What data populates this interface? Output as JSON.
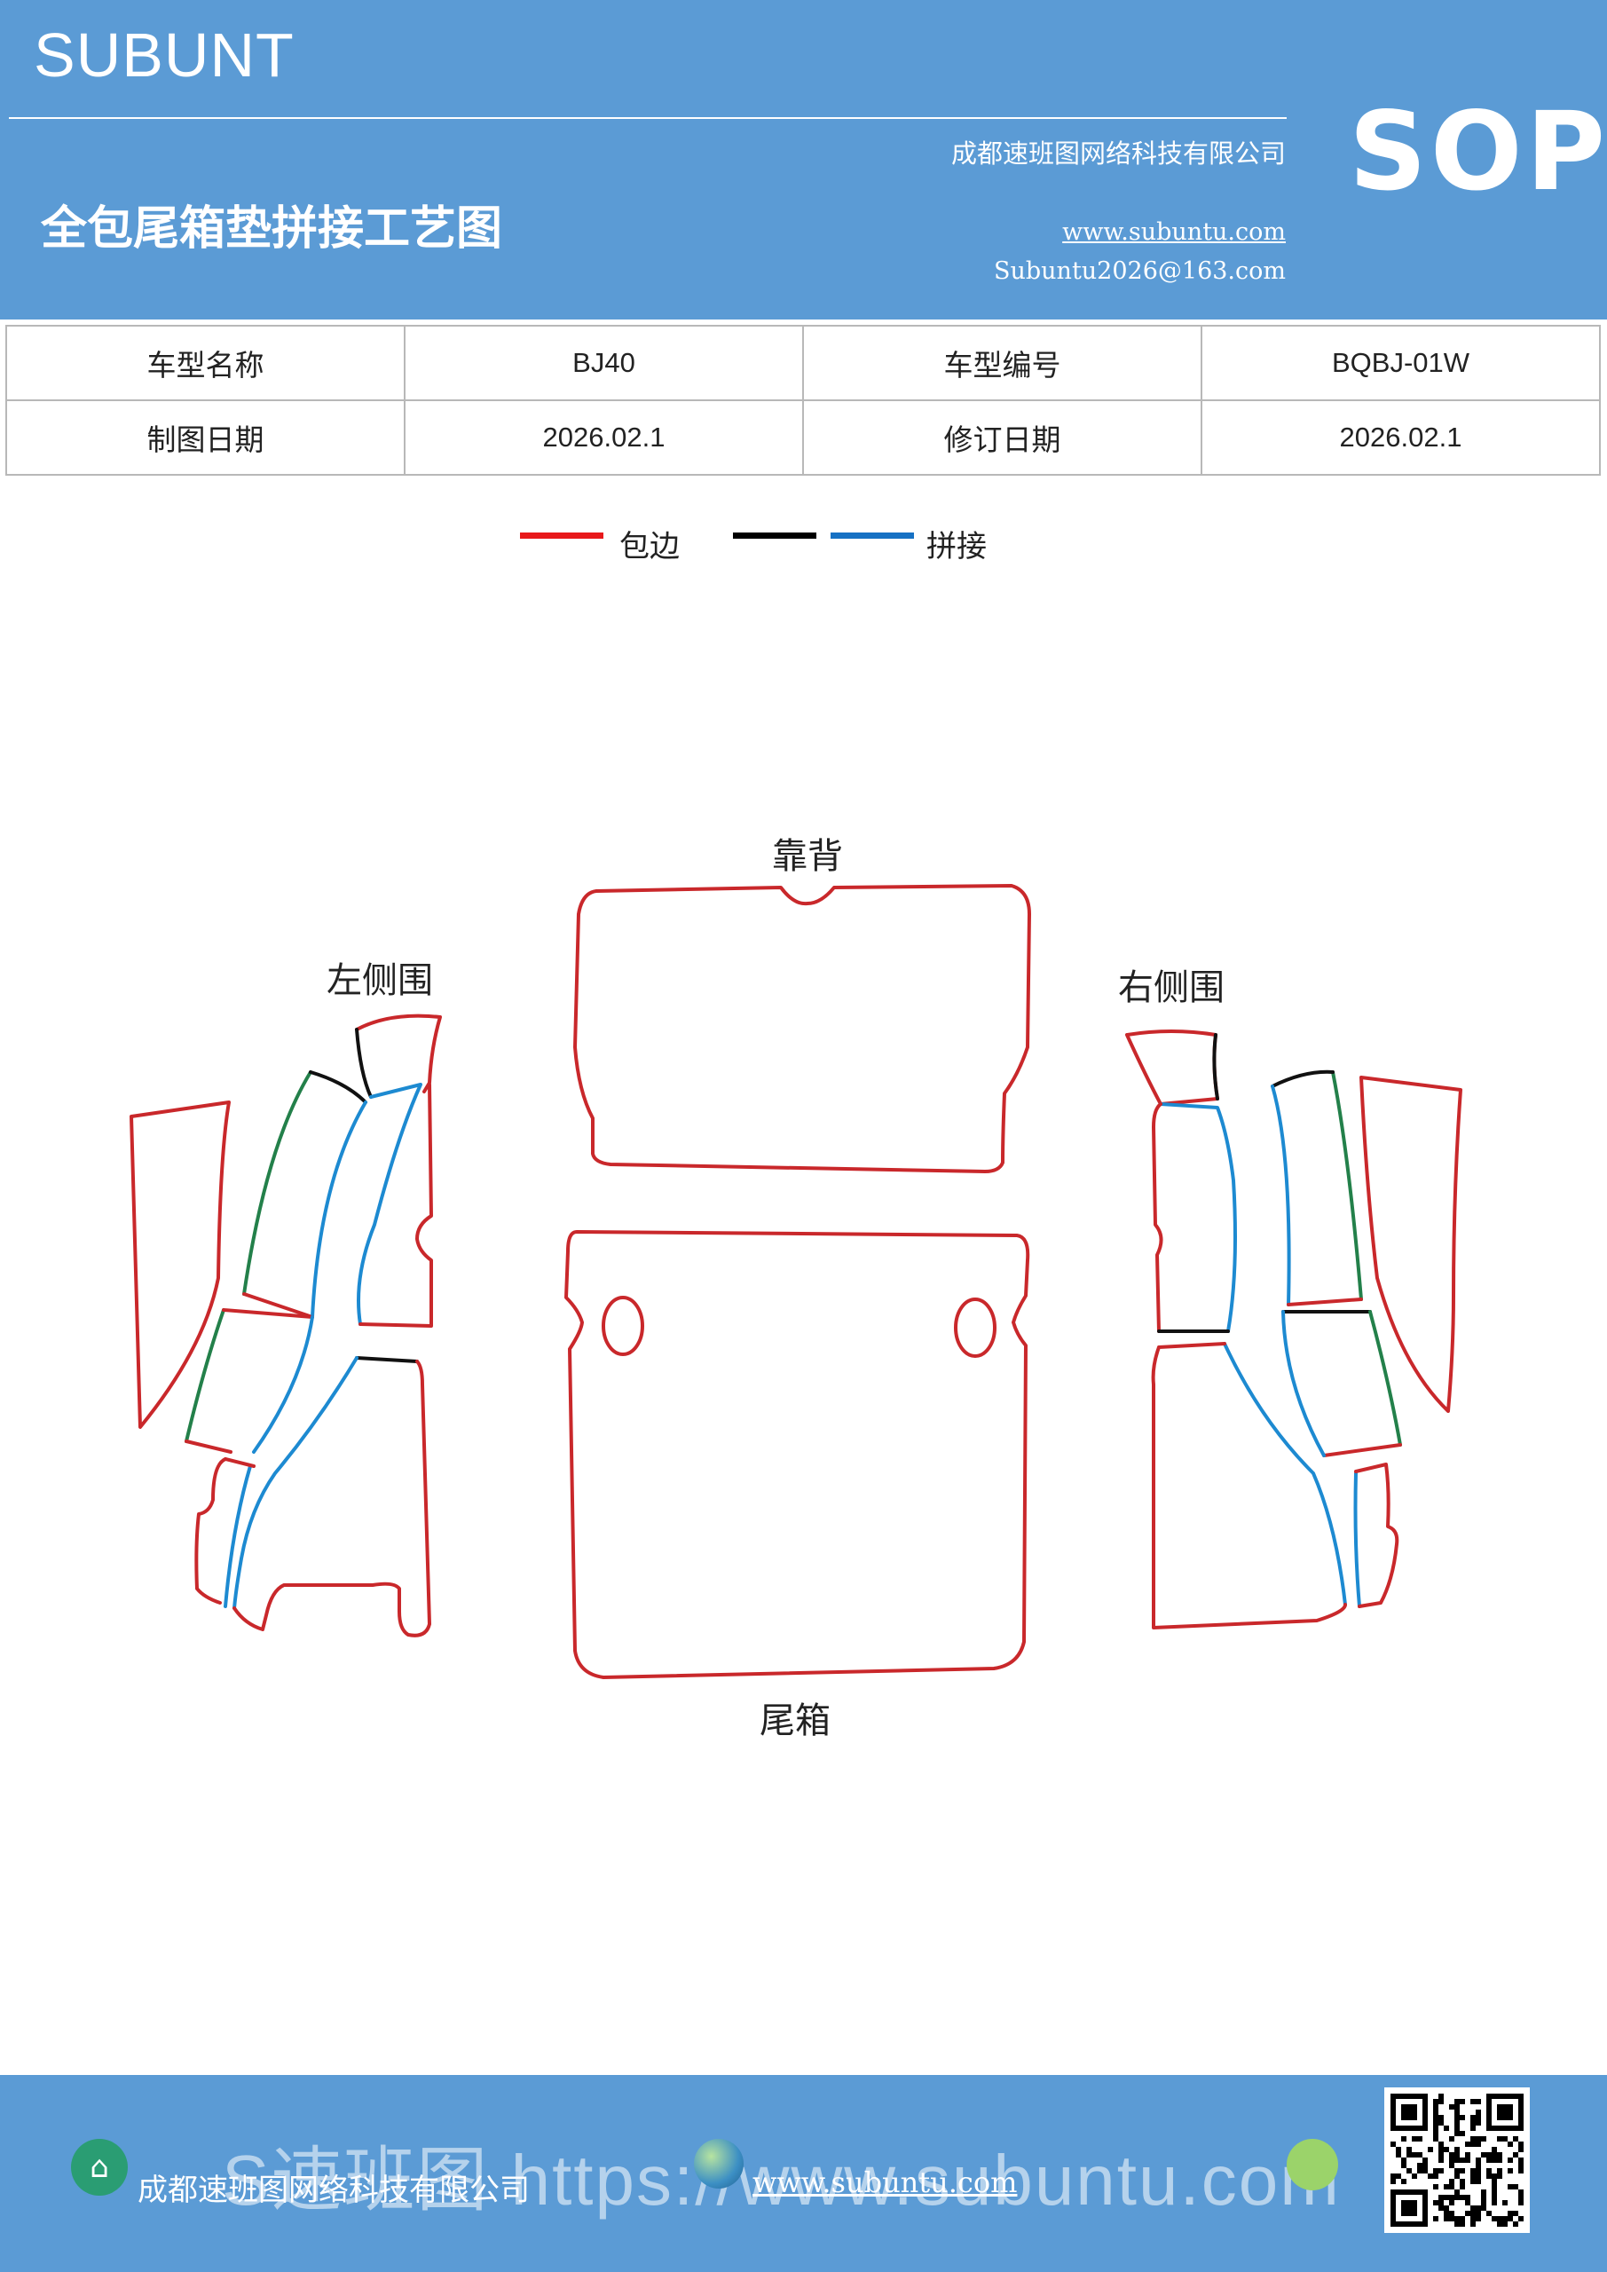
{
  "header": {
    "brand": "SUBUNT",
    "company": "成都速班图网络科技有限公司",
    "title": "全包尾箱垫拼接工艺图",
    "badge": "SOP",
    "website": "www.subuntu.com",
    "email": "Subuntu2026@163.com"
  },
  "info_table": {
    "rows": [
      {
        "label1": "车型名称",
        "value1": "BJ40",
        "label2": "车型编号",
        "value2": "BQBJ-01W"
      },
      {
        "label1": "制图日期",
        "value1": "2026.02.1",
        "label2": "修订日期",
        "value2": "2026.02.1"
      }
    ]
  },
  "legend": {
    "items": [
      {
        "color": "#e8191b",
        "label": "包边"
      },
      {
        "color": "#000000",
        "label": ""
      },
      {
        "color": "#1671c4",
        "label": "拼接"
      }
    ]
  },
  "diagram": {
    "labels": {
      "backrest": "靠背",
      "left_side": "左侧围",
      "right_side": "右侧围",
      "trunk": "尾箱"
    },
    "colors": {
      "edge": "#c9282b",
      "seam": "#1d8ad1",
      "black": "#111111",
      "green": "#23804a"
    }
  },
  "footer": {
    "company": "成都速班图网络科技有限公司",
    "website": "www.subuntu.com",
    "watermark": "S速班图 https://www.subuntu.com"
  },
  "icons": [
    "building-icon",
    "globe-icon",
    "wechat-icon",
    "qr-code-icon"
  ]
}
